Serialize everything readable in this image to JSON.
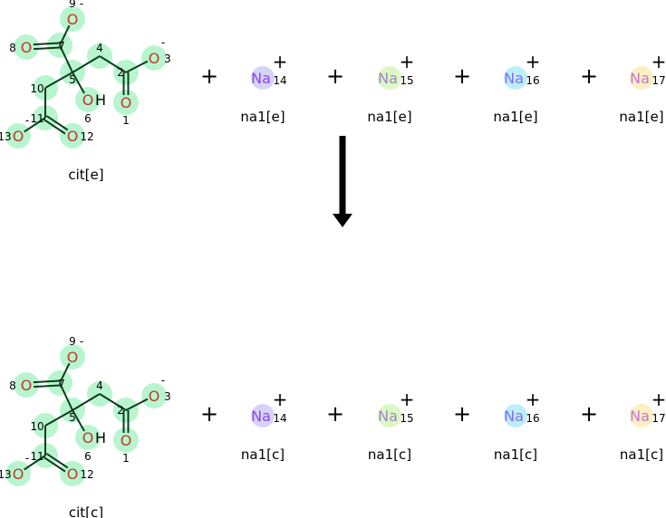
{
  "reaction": {
    "colors": {
      "atom_highlight": "#b8f5cf",
      "bond": "#0a3d1c",
      "oxygen": "#c0392b",
      "arrow": "#000000"
    },
    "reactants": {
      "molecule_label": "cit[e]",
      "ions": [
        {
          "symbol": "Na",
          "index": "14",
          "charge": "+",
          "label": "na1[e]",
          "bg": "#d6d3fb",
          "fg": "#8e44ed"
        },
        {
          "symbol": "Na",
          "index": "15",
          "charge": "+",
          "label": "na1[e]",
          "bg": "#dcf8c4",
          "fg": "#9b86c2"
        },
        {
          "symbol": "Na",
          "index": "16",
          "charge": "+",
          "label": "na1[e]",
          "bg": "#bdeefc",
          "fg": "#7f6ff0"
        },
        {
          "symbol": "Na",
          "index": "17",
          "charge": "+",
          "label": "na1[e]",
          "bg": "#fcefc2",
          "fg": "#c27ad0"
        }
      ]
    },
    "products": {
      "molecule_label": "cit[c]",
      "ions": [
        {
          "symbol": "Na",
          "index": "14",
          "charge": "+",
          "label": "na1[c]",
          "bg": "#d6d3fb",
          "fg": "#8e44ed"
        },
        {
          "symbol": "Na",
          "index": "15",
          "charge": "+",
          "label": "na1[c]",
          "bg": "#dcf8c4",
          "fg": "#9b86c2"
        },
        {
          "symbol": "Na",
          "index": "16",
          "charge": "+",
          "label": "na1[c]",
          "bg": "#bdeefc",
          "fg": "#7f6ff0"
        },
        {
          "symbol": "Na",
          "index": "17",
          "charge": "+",
          "label": "na1[c]",
          "bg": "#fcefc2",
          "fg": "#c27ad0"
        }
      ]
    },
    "plus_sign": "+",
    "citrate_atoms": [
      {
        "id": "1",
        "element": "O"
      },
      {
        "id": "2",
        "element": "C"
      },
      {
        "id": "3",
        "element": "O",
        "charge": "-"
      },
      {
        "id": "4",
        "element": "C"
      },
      {
        "id": "5",
        "element": "C"
      },
      {
        "id": "6",
        "element": "O",
        "suffix": "H"
      },
      {
        "id": "7",
        "element": "C"
      },
      {
        "id": "8",
        "element": "O"
      },
      {
        "id": "9",
        "element": "O",
        "charge": "-"
      },
      {
        "id": "10",
        "element": "C"
      },
      {
        "id": "11",
        "element": "C"
      },
      {
        "id": "12",
        "element": "O"
      },
      {
        "id": "13",
        "element": "O",
        "charge": "-"
      }
    ]
  }
}
